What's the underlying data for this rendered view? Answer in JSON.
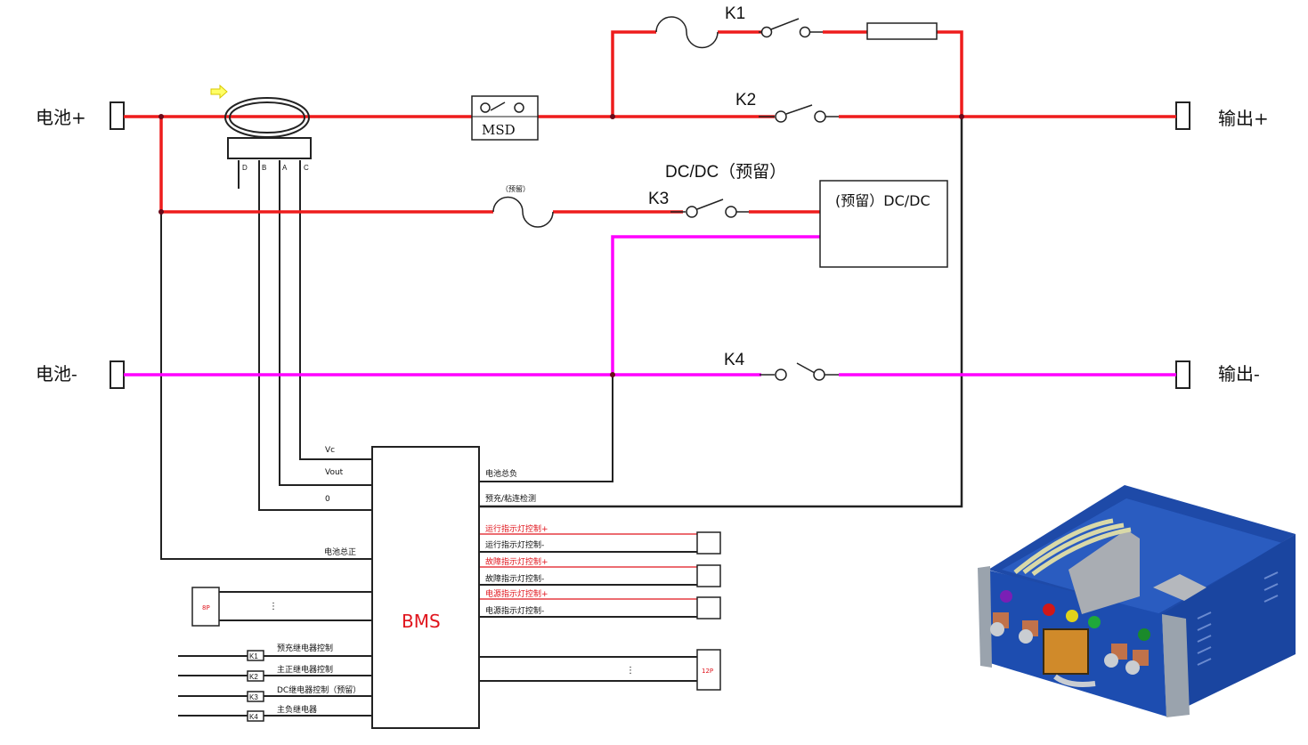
{
  "colors": {
    "positive": "#ee1c1c",
    "negative": "#ff00ff",
    "signal": "#222222",
    "accent_red": "#e0141c"
  },
  "terminals": {
    "battery_pos": "电池+",
    "battery_neg": "电池-",
    "output_pos": "输出+",
    "output_neg": "输出-"
  },
  "sensor": {
    "pins": [
      "D",
      "B",
      "A",
      "C"
    ]
  },
  "msd": {
    "label": "MSD"
  },
  "relays": {
    "k1": "K1",
    "k2": "K2",
    "k3": "K3",
    "k4": "K4"
  },
  "fuse_reserved_note": "（预留）",
  "dcdc": {
    "header_label": "DC/DC（预留）",
    "box_label": "(预留）DC/DC"
  },
  "bms": {
    "label": "BMS",
    "left_inputs": [
      "Vc",
      "Vout",
      "0",
      "电池总正"
    ],
    "right_outputs": [
      "电池总负",
      "预充/粘连检测"
    ],
    "indicator_signals": [
      {
        "label": "运行指示灯控制+",
        "polarity": "+"
      },
      {
        "label": "运行指示灯控制-",
        "polarity": "-"
      },
      {
        "label": "故障指示灯控制+",
        "polarity": "+"
      },
      {
        "label": "故障指示灯控制-",
        "polarity": "-"
      },
      {
        "label": "电源指示灯控制+",
        "polarity": "+"
      },
      {
        "label": "电源指示灯控制-",
        "polarity": "-"
      }
    ],
    "connector_left": "8P",
    "connector_right": "12P",
    "relay_controls": [
      {
        "tag": "K1",
        "label": "预充继电器控制"
      },
      {
        "tag": "K2",
        "label": "主正继电器控制"
      },
      {
        "tag": "K3",
        "label": "DC继电器控制（预留）"
      },
      {
        "tag": "K4",
        "label": "主负继电器"
      }
    ]
  },
  "product_image": {
    "description": "3D render of blue battery disconnect unit enclosure",
    "indicator_colors": [
      "#7a1fb5",
      "#d01818",
      "#e0d21a",
      "#1fa83a",
      "#1a8a2a"
    ]
  }
}
